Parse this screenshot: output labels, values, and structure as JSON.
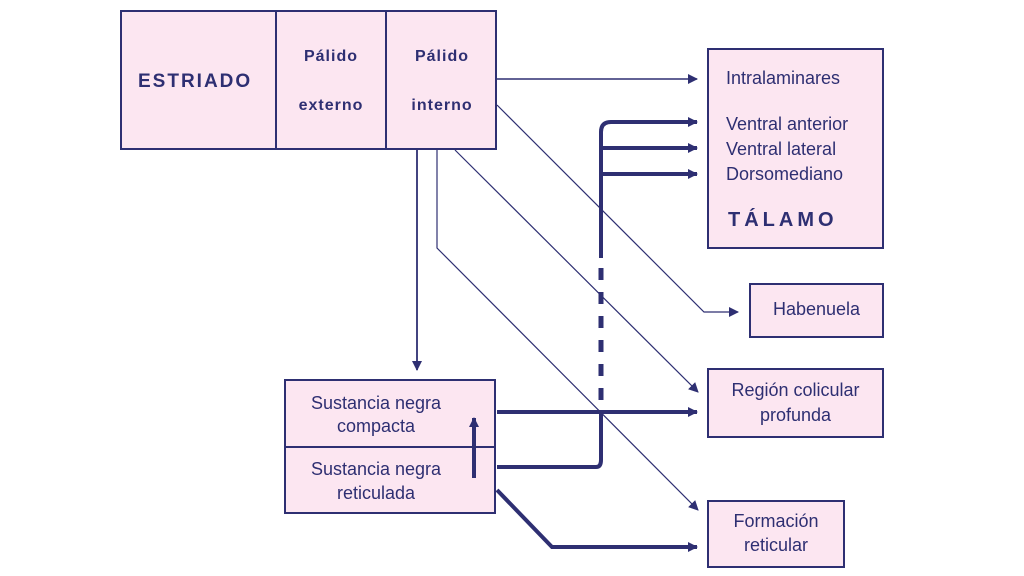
{
  "diagram": {
    "estriado": "ESTRIADO",
    "palido_externo": [
      "Pálido",
      "externo"
    ],
    "palido_interno": [
      "Pálido",
      "interno"
    ],
    "talamo": {
      "nuclei": [
        "Intralaminares",
        "Ventral anterior",
        "Ventral lateral",
        "Dorsomediano"
      ],
      "title": "TÁLAMO"
    },
    "habenuela": "Habenuela",
    "region_colicular": [
      "Región colicular",
      "profunda"
    ],
    "formacion_reticular": [
      "Formación",
      "reticular"
    ],
    "sustancia_compacta": [
      "Sustancia negra",
      "compacta"
    ],
    "sustancia_reticulada": [
      "Sustancia negra",
      "reticulada"
    ]
  },
  "colors": {
    "line": "#2e2f72",
    "box_fill": "#fce6f1"
  }
}
